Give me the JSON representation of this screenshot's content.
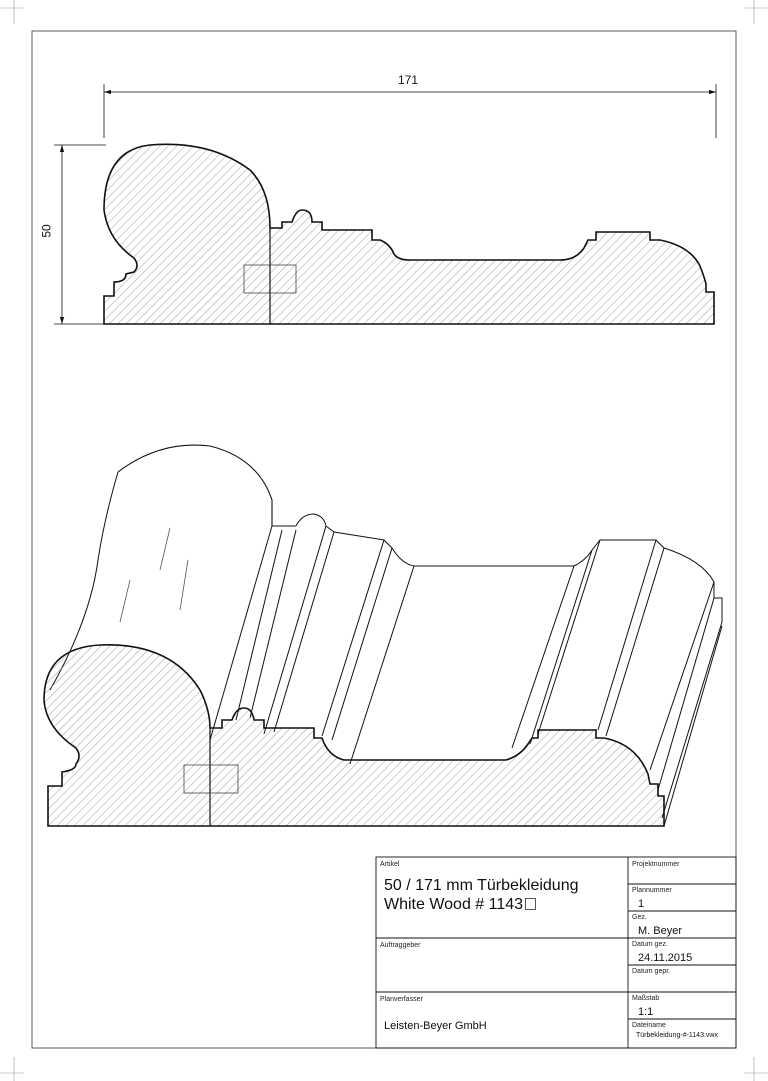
{
  "dimensions": {
    "width_label": "171",
    "height_label": "50"
  },
  "title_block": {
    "artikel_label": "Artikel",
    "title_line1": "50 / 171 mm Türbekleidung",
    "title_line2": "White Wood # 1143",
    "projektnummer_label": "Projektnummer",
    "projektnummer_value": "",
    "plannummer_label": "Plannummer",
    "plannummer_value": "1",
    "gez_label": "Gez.",
    "gez_value": "M. Beyer",
    "auftraggeber_label": "Auftraggeber",
    "auftraggeber_value": "",
    "datum_gez_label": "Datum gez.",
    "datum_gez_value": "24.11.2015",
    "datum_gepr_label": "Datum gepr.",
    "datum_gepr_value": "",
    "planverfasser_label": "Planverfasser",
    "planverfasser_value": "Leisten-Beyer GmbH",
    "massstab_label": "Maßstab",
    "massstab_value": "1:1",
    "dateiname_label": "Dateiname",
    "dateiname_value": "Türbekleidung-#-1143.vwx"
  }
}
